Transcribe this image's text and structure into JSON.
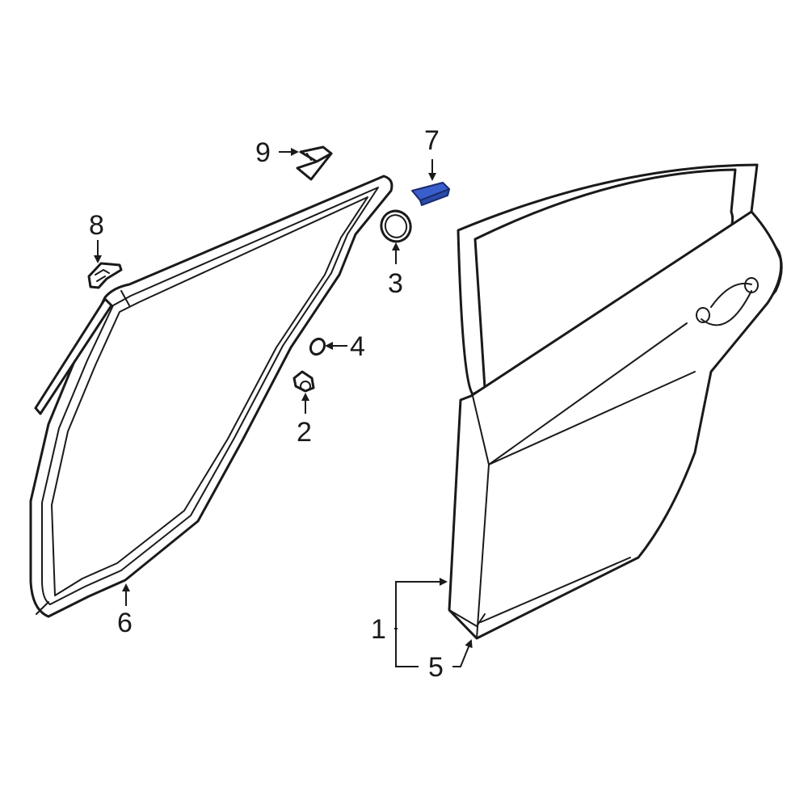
{
  "diagram": {
    "highlight_color": "#3a5fcd",
    "line_color": "#1a1a1a",
    "background": "#ffffff",
    "callouts": [
      {
        "id": "c1",
        "label": "1",
        "part": "door-shell"
      },
      {
        "id": "c2",
        "label": "2",
        "part": "bumper-cushion"
      },
      {
        "id": "c3",
        "label": "3",
        "part": "grommet"
      },
      {
        "id": "c4",
        "label": "4",
        "part": "o-ring"
      },
      {
        "id": "c5",
        "label": "5",
        "part": "door-shell"
      },
      {
        "id": "c6",
        "label": "6",
        "part": "weatherstrip"
      },
      {
        "id": "c7",
        "label": "7",
        "part": "highlighted-clip"
      },
      {
        "id": "c8",
        "label": "8",
        "part": "bracket"
      },
      {
        "id": "c9",
        "label": "9",
        "part": "corner-piece"
      }
    ]
  }
}
